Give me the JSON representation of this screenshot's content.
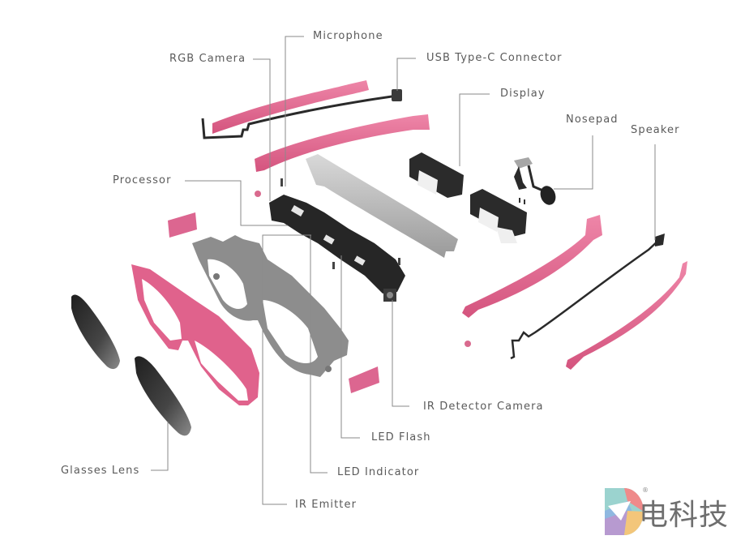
{
  "diagram": {
    "colors": {
      "pink": "#e2648c",
      "pink_dark": "#c94a74",
      "frame_gray": "#8d8d8d",
      "dark": "#2a2a2a",
      "lens": "#3a3a3a",
      "leader": "#8a8a8a",
      "label_text": "#5a5a5a"
    },
    "labels": {
      "microphone": "Microphone",
      "rgb_camera": "RGB Camera",
      "usb_type_c": "USB Type-C Connector",
      "display": "Display",
      "nosepad": "Nosepad",
      "speaker": "Speaker",
      "processor": "Processor",
      "ir_detector_camera": "IR Detector Camera",
      "led_flash": "LED Flash",
      "led_indicator": "LED Indicator",
      "ir_emitter": "IR Emitter",
      "glasses_lens": "Glasses Lens"
    }
  },
  "watermark": {
    "text": "电科技",
    "registered": "®"
  }
}
